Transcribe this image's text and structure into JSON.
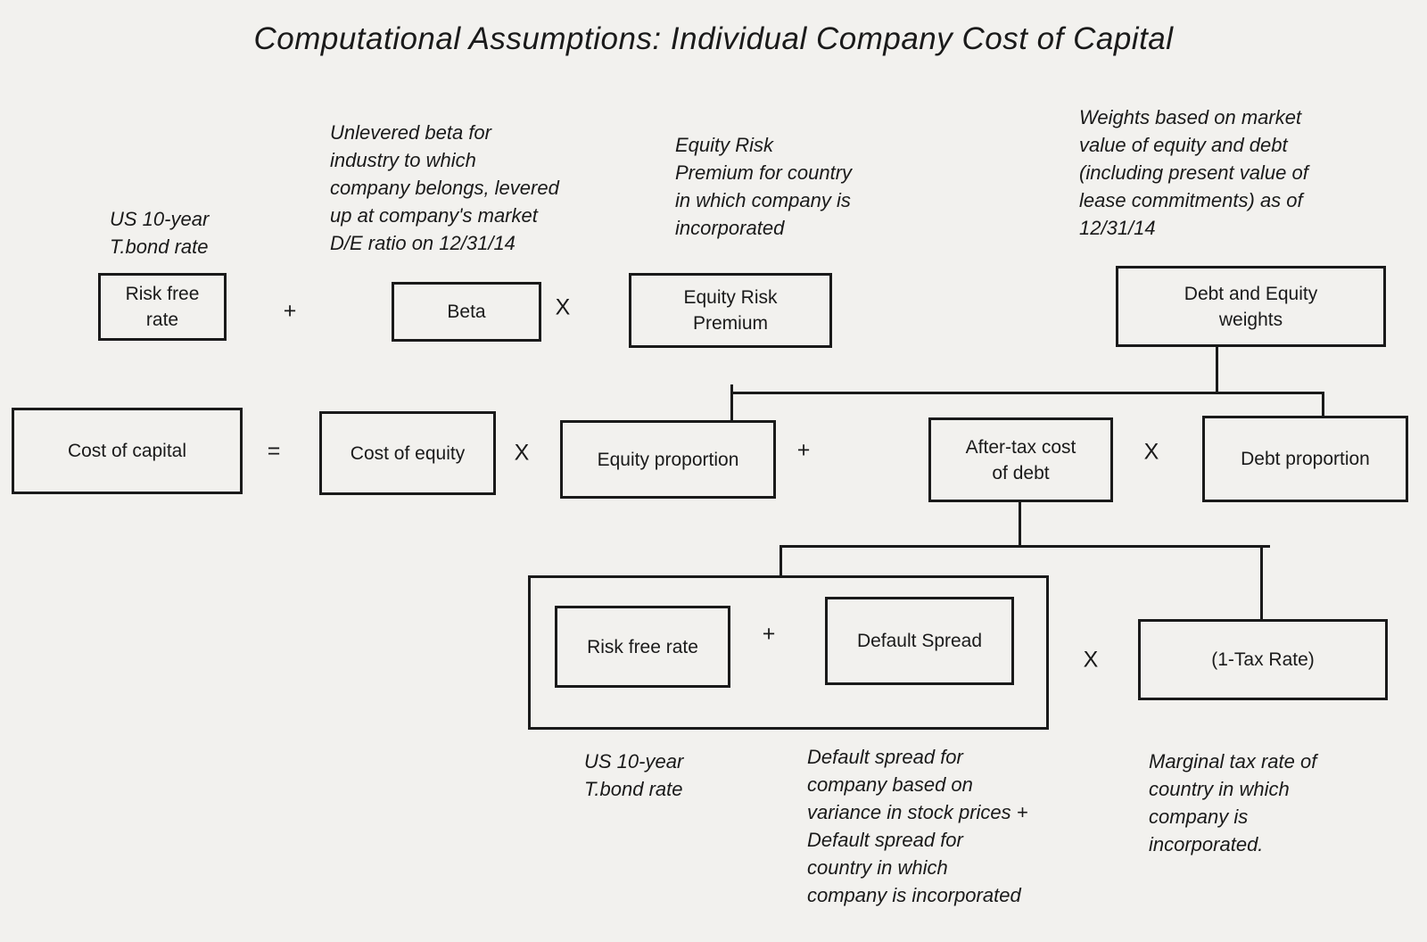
{
  "title": "Computational Assumptions: Individual Company Cost of Capital",
  "colors": {
    "background": "#f2f1ee",
    "ink": "#1a1a1a"
  },
  "annotations": {
    "us_tbond_top": "US 10-year\nT.bond rate",
    "unlevered_beta": "Unlevered beta for\nindustry to which\ncompany belongs, levered\nup at company's market\nD/E ratio on 12/31/14",
    "equity_risk_premium": "Equity Risk\nPremium for country\nin which company is\nincorporated",
    "weights": "Weights based on market\nvalue of equity and debt\n(including present value of\nlease commitments) as of\n12/31/14",
    "us_tbond_bottom": "US 10-year\nT.bond rate",
    "default_spread": "Default spread for\ncompany based on\nvariance in stock prices +\nDefault spread for\ncountry in which\ncompany is incorporated",
    "marginal_tax": "Marginal tax rate of\ncountry in which\ncompany is\nincorporated."
  },
  "boxes": {
    "risk_free_rate": "Risk free\nrate",
    "beta": "Beta",
    "equity_risk_premium": "Equity Risk\nPremium",
    "debt_equity_weights": "Debt and Equity\nweights",
    "cost_of_capital": "Cost of capital",
    "cost_of_equity": "Cost of equity",
    "equity_proportion": "Equity proportion",
    "after_tax_cost_of_debt": "After-tax cost\nof debt",
    "debt_proportion": "Debt proportion",
    "risk_free_rate_2": "Risk free rate",
    "default_spread": "Default Spread",
    "one_minus_tax_rate": "(1-Tax Rate)"
  },
  "operators": {
    "plus_1": "+",
    "times_1": "X",
    "equals": "=",
    "times_2": "X",
    "plus_2": "+",
    "times_3": "X",
    "plus_3": "+",
    "times_4": "X"
  }
}
